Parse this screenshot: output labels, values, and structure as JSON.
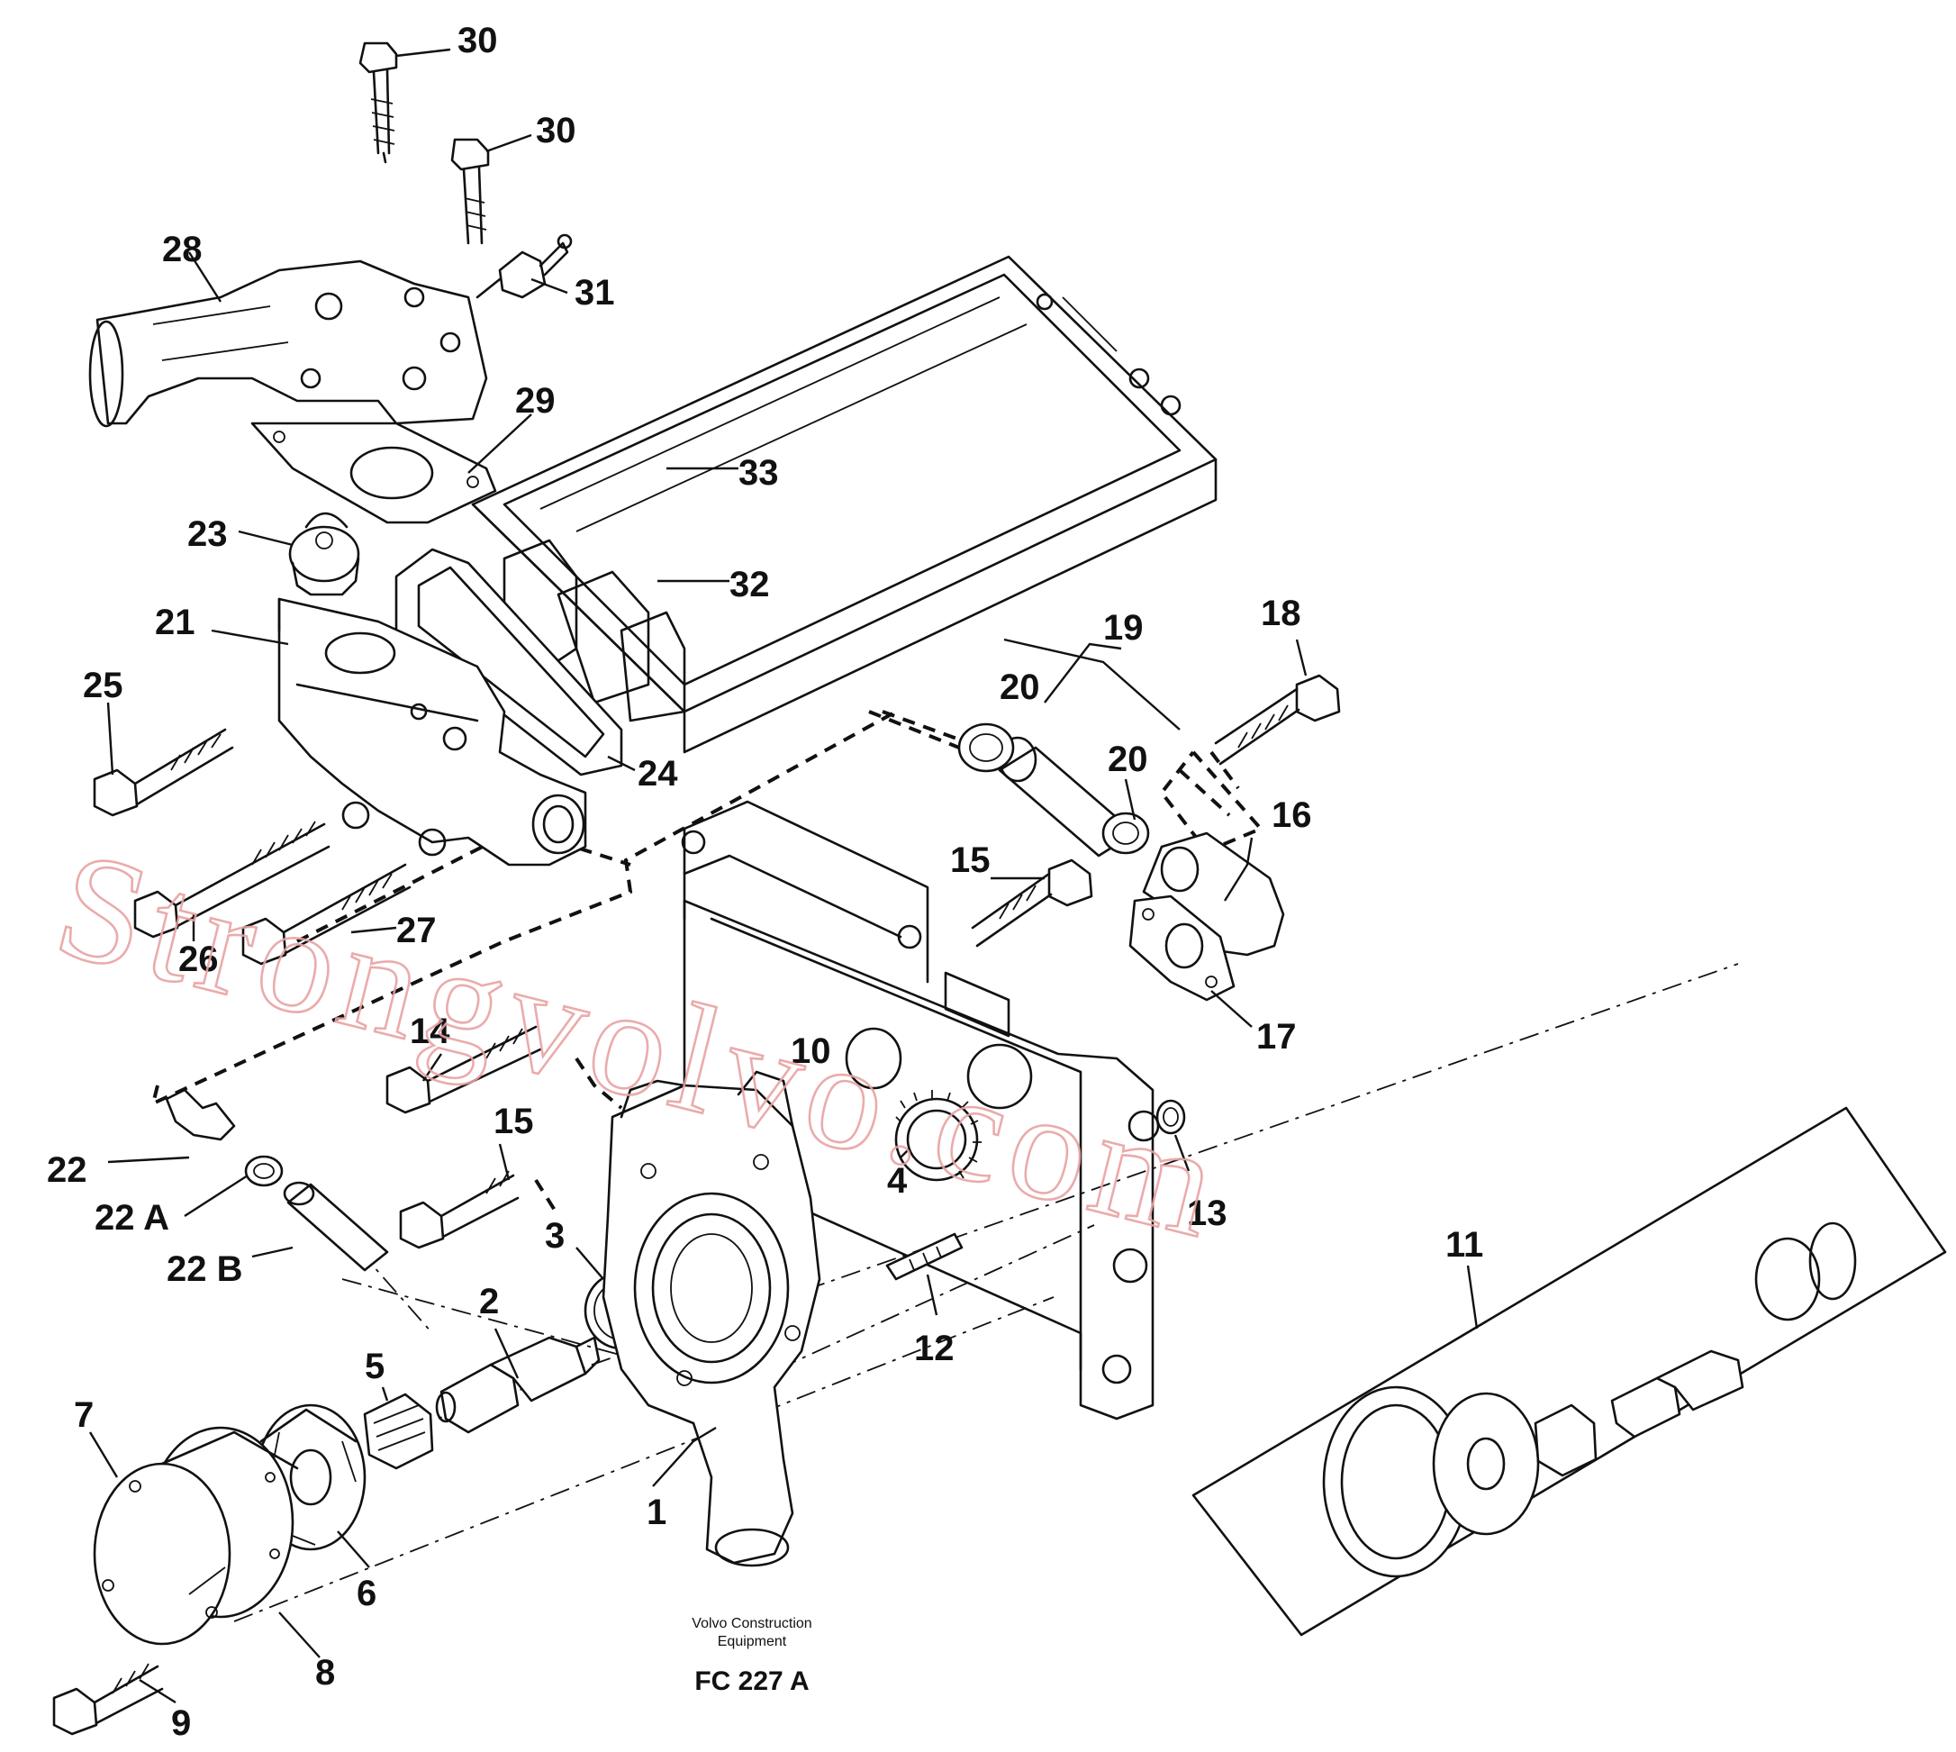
{
  "callouts": {
    "c1": "1",
    "c2": "2",
    "c3": "3",
    "c4": "4",
    "c5": "5",
    "c6": "6",
    "c7": "7",
    "c8": "8",
    "c9": "9",
    "c10": "10",
    "c11": "11",
    "c12": "12",
    "c13": "13",
    "c14": "14",
    "c15a": "15",
    "c15b": "15",
    "c16": "16",
    "c17": "17",
    "c18": "18",
    "c19": "19",
    "c20a": "20",
    "c20b": "20",
    "c21": "21",
    "c22": "22",
    "c22a": "22 A",
    "c22b": "22 B",
    "c23": "23",
    "c24": "24",
    "c25": "25",
    "c26": "26",
    "c27": "27",
    "c28": "28",
    "c29": "29",
    "c30a": "30",
    "c30b": "30",
    "c31": "31",
    "c32": "32",
    "c33": "33"
  },
  "footer": {
    "manufacturer_line1": "Volvo Construction",
    "manufacturer_line2": "Equipment",
    "figure_code": "FC 227 A"
  },
  "watermark": "Strongvolvo.com"
}
